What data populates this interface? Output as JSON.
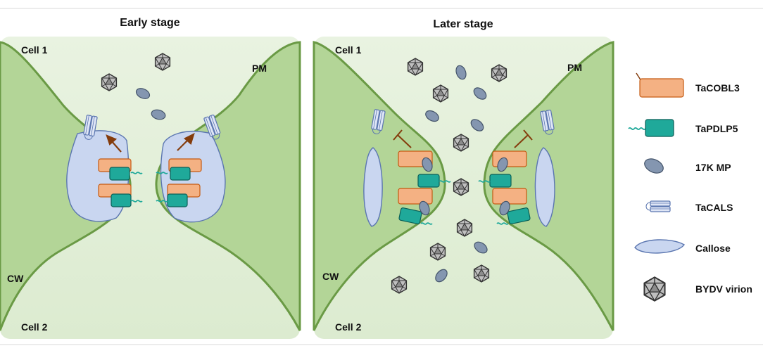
{
  "panels": {
    "early": {
      "title": "Early stage",
      "cell1": "Cell 1",
      "cell2": "Cell 2",
      "pm": "PM",
      "cw": "CW"
    },
    "later": {
      "title": "Later stage",
      "cell1": "Cell 1",
      "cell2": "Cell 2",
      "pm": "PM",
      "cw": "CW"
    }
  },
  "legend": [
    {
      "icon": "tacobl3-icon",
      "label": "TaCOBL3"
    },
    {
      "icon": "tapdlp5-icon",
      "label": "TaPDLP5"
    },
    {
      "icon": "17k-mp-icon",
      "label": "17K MP"
    },
    {
      "icon": "tacals-icon",
      "label": "TaCALS"
    },
    {
      "icon": "callose-icon",
      "label": "Callose"
    },
    {
      "icon": "bydv-virion-icon",
      "label": "BYDV virion"
    }
  ],
  "colors": {
    "cell_wall": "#a9d08e",
    "cell_wall_edge": "#6a9a45",
    "cytoplasm": "#e3efd9",
    "tacobl3": "#f4b183",
    "tacobl3_edge": "#c55a11",
    "tapdlp5": "#1fa99a",
    "tapdlp5_edge": "#0b5f57",
    "mp": "#8496b0",
    "callose": "#c9d6f0",
    "callose_edge": "#5b76b0",
    "arrow": "#843c0c",
    "virion": "#a6a6a6"
  }
}
